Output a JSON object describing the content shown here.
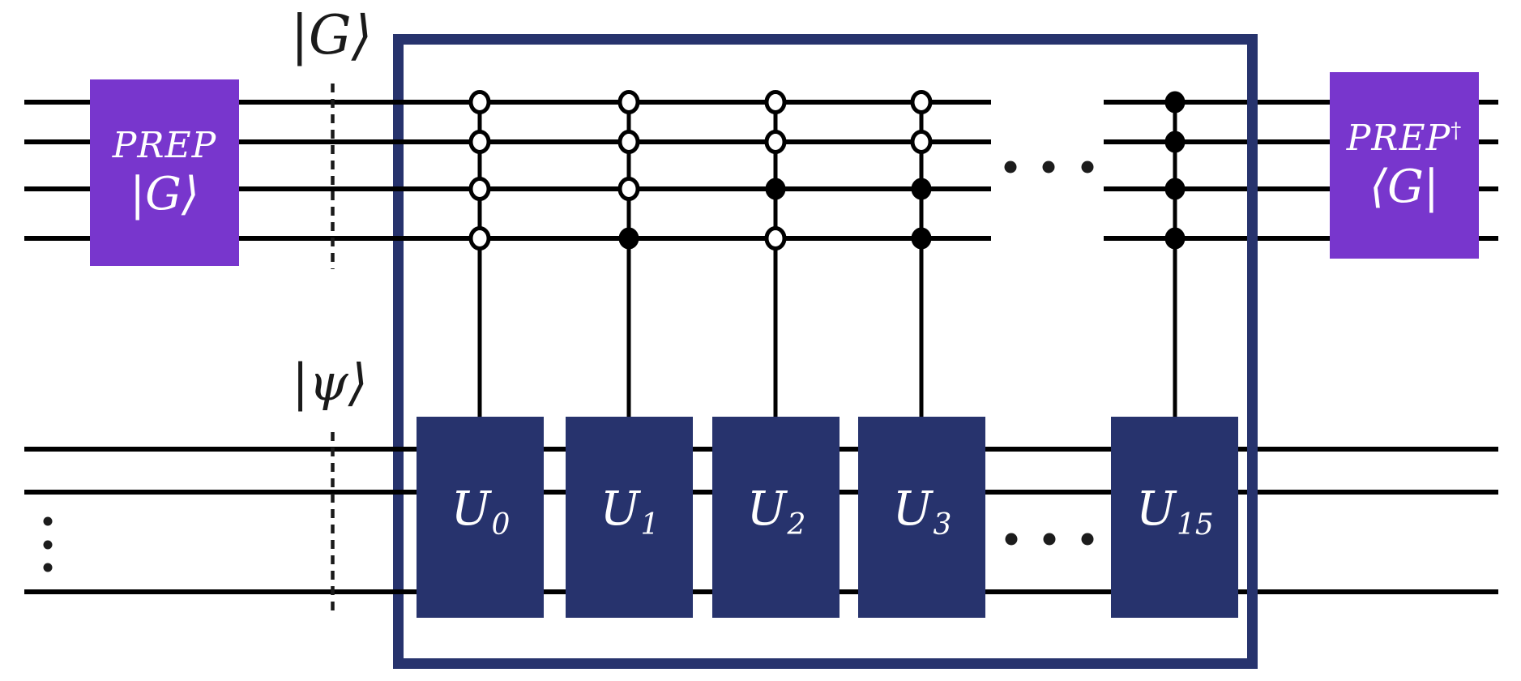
{
  "colors": {
    "gate_purple": "#7836cd",
    "gate_navy": "#27336d",
    "wire_black": "#000000"
  },
  "state_labels": {
    "top_register": "|G⟩",
    "bottom_register": "|ψ⟩"
  },
  "prep_left": {
    "name": "PREP",
    "state": "|G⟩"
  },
  "prep_right": {
    "name": "PREP",
    "dagger": "†",
    "state": "⟨G|"
  },
  "circuit": {
    "num_control_wires": 4,
    "num_system_wires_shown": 3,
    "gates": [
      {
        "base": "U",
        "sub": "0"
      },
      {
        "base": "U",
        "sub": "1"
      },
      {
        "base": "U",
        "sub": "2"
      },
      {
        "base": "U",
        "sub": "3"
      },
      {
        "base": "U",
        "sub": "15"
      }
    ],
    "control_columns": [
      {
        "gate": "U_0",
        "bits": [
          "open",
          "open",
          "open",
          "open"
        ]
      },
      {
        "gate": "U_1",
        "bits": [
          "open",
          "open",
          "open",
          "filled"
        ]
      },
      {
        "gate": "U_2",
        "bits": [
          "open",
          "open",
          "filled",
          "open"
        ]
      },
      {
        "gate": "U_3",
        "bits": [
          "open",
          "open",
          "filled",
          "filled"
        ]
      },
      {
        "gate": "U_15",
        "bits": [
          "filled",
          "filled",
          "filled",
          "filled"
        ]
      }
    ],
    "ellipsis_horizontal": "⋯",
    "ellipsis_vertical": "⋮"
  }
}
